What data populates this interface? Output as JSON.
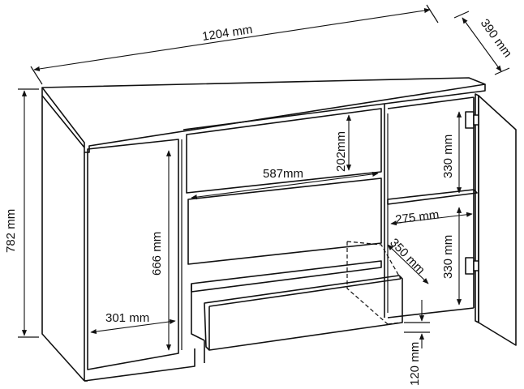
{
  "dimensions": {
    "width": "1204 mm",
    "depth": "390 mm",
    "height": "782 mm",
    "door_height": "666 mm",
    "door_width": "301 mm",
    "drawer_width": "587mm",
    "drawer_height": "202mm",
    "shelf_upper": "330 mm",
    "shelf_lower": "330 mm",
    "shelf_width": "275 mm",
    "shelf_depth": "350 mm",
    "plinth": "120 mm"
  },
  "colors": {
    "line": "#111111",
    "background": "#ffffff"
  }
}
